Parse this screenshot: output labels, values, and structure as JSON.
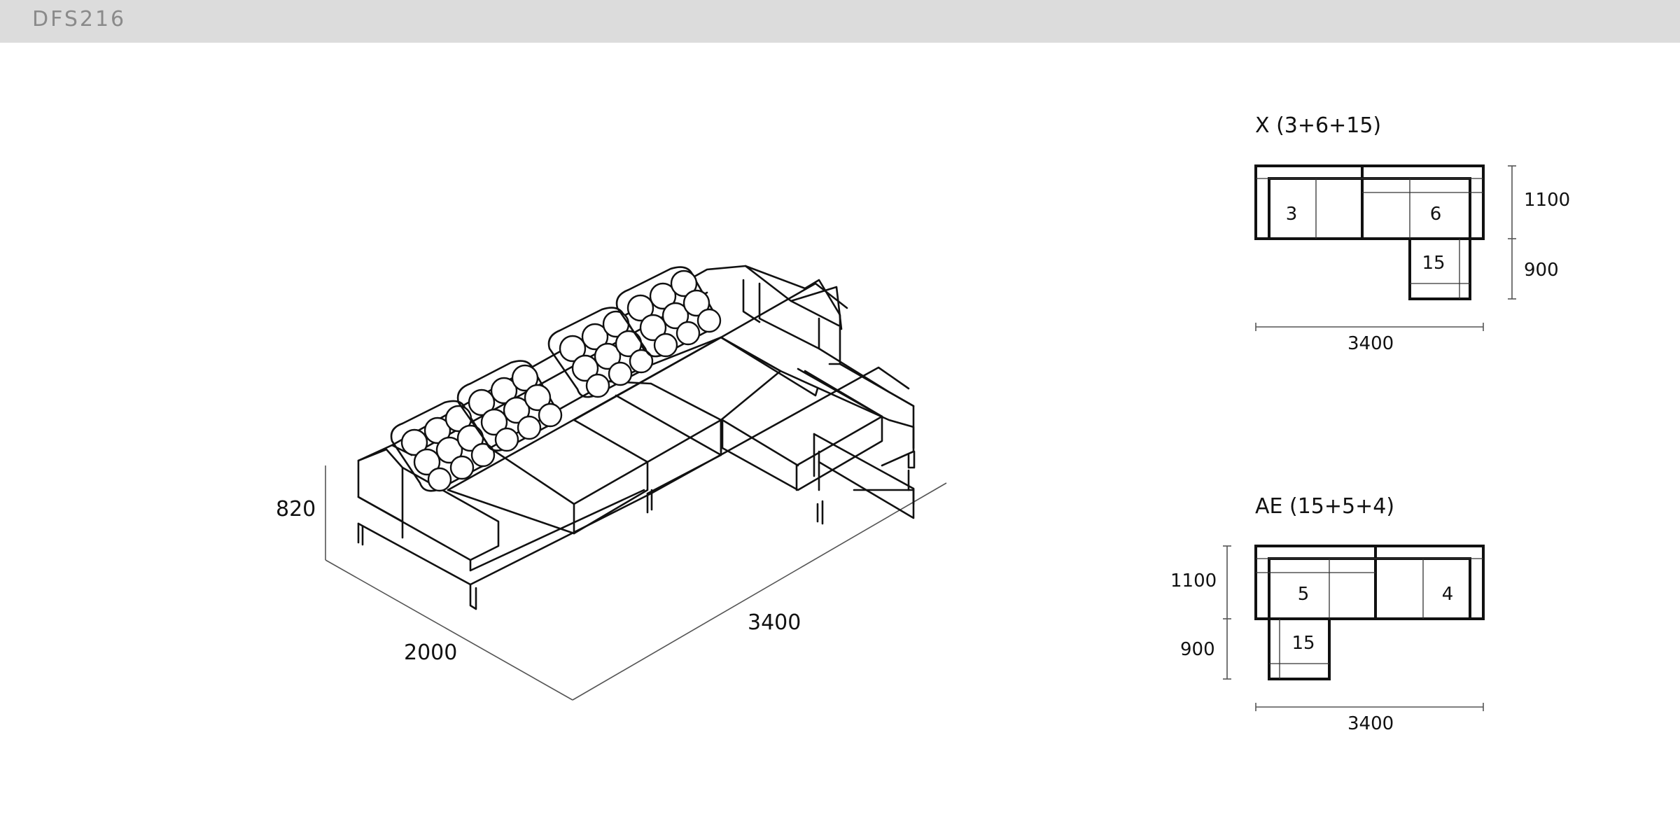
{
  "header": {
    "model_code": "DFS216"
  },
  "iso_view": {
    "height_dim": "820",
    "depth_dim": "2000",
    "width_dim": "3400"
  },
  "configurations": [
    {
      "title": "X (3+6+15)",
      "modules": [
        "3",
        "6",
        "15"
      ],
      "width_dim": "3400",
      "dims_side": [
        "1100",
        "900"
      ]
    },
    {
      "title": "AE (15+5+4)",
      "modules": [
        "5",
        "4",
        "15"
      ],
      "width_dim": "3400",
      "dims_side": [
        "1100",
        "900"
      ]
    }
  ]
}
